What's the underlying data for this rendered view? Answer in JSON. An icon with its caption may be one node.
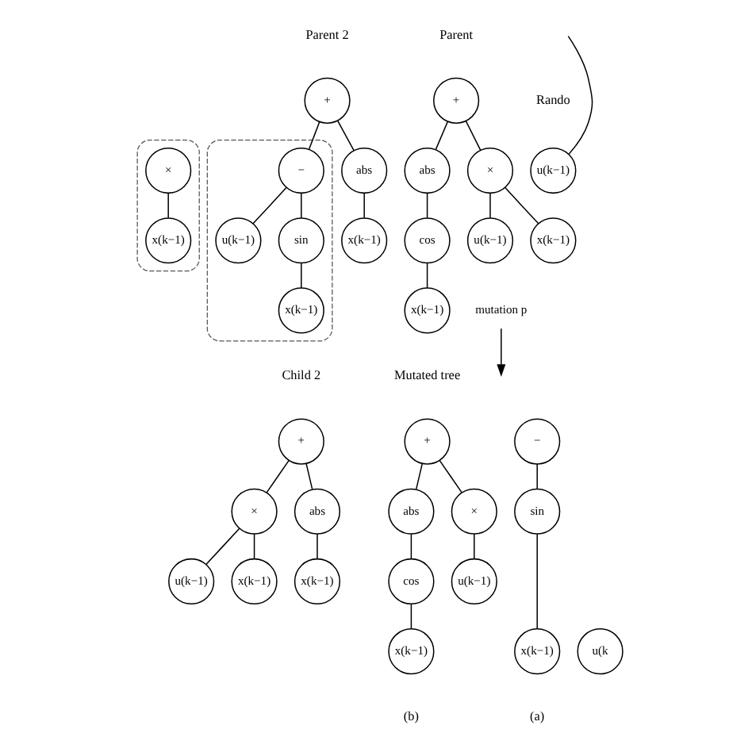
{
  "diagram": {
    "nodes": [
      {
        "text": [],
        "shape": "ellipse"
      },
      {
        "text": [
          "×"
        ],
        "in": 0
      },
      {
        "text": [
          "x(k−1)"
        ],
        "in": 0
      },
      {
        "text": [
          "+"
        ]
      },
      {
        "text": [],
        "shape": "ellipse"
      },
      {
        "text": [
          "−"
        ],
        "in": 4
      },
      {
        "text": [
          "u(k−1)"
        ],
        "in": 4
      },
      {
        "text": [
          "sin"
        ],
        "in": 4
      },
      {
        "text": [
          "x(k−1)"
        ],
        "in": 4
      },
      {
        "text": [
          "abs"
        ]
      },
      {
        "text": [
          "x(k−1)"
        ]
      },
      {
        "text": [
          "+"
        ]
      },
      {
        "text": [
          "abs"
        ]
      },
      {
        "text": [
          "cos"
        ]
      },
      {
        "text": [
          "x(k−1)"
        ]
      },
      {
        "text": [
          "×"
        ]
      },
      {
        "text": [
          "u(k−1)"
        ]
      },
      {
        "text": [
          "x(k−1)"
        ]
      },
      {
        "text": [
          "mutation p"
        ]
      },
      {
        "text": [
          "u(k−1)"
        ]
      },
      {
        "text": [
          "−"
        ]
      },
      {
        "text": [
          "sin"
        ]
      },
      {
        "text": [
          "x(k−1)"
        ]
      },
      {
        "text": [
          "+"
        ]
      },
      {
        "text": [
          "×"
        ]
      },
      {
        "text": [
          "u(k−1)"
        ]
      },
      {
        "text": [
          "x(k−1)"
        ]
      },
      {
        "text": [
          "abs"
        ]
      },
      {
        "text": [
          "x(k−1)"
        ]
      },
      {
        "text": [
          "+"
        ]
      },
      {
        "text": [
          "abs"
        ]
      },
      {
        "text": [
          "cos"
        ]
      },
      {
        "text": [
          "x(k−1)"
        ]
      },
      {
        "text": [
          "×"
        ]
      },
      {
        "text": [
          "u(k−1)"
        ]
      },
      {
        "text": [
          "u(k"
        ]
      }
    ],
    "edges": [
      {
        "from": 1,
        "to": 2,
        "arrow": "none"
      },
      {
        "from": 3,
        "to": 5,
        "arrow": "none"
      },
      {
        "from": 3,
        "to": 9,
        "arrow": "none"
      },
      {
        "from": 5,
        "to": 6,
        "arrow": "none"
      },
      {
        "from": 5,
        "to": 7,
        "arrow": "none"
      },
      {
        "from": 7,
        "to": 8,
        "arrow": "none"
      },
      {
        "from": 9,
        "to": 10,
        "arrow": "none"
      },
      {
        "from": 11,
        "to": 12,
        "arrow": "none"
      },
      {
        "from": 11,
        "to": 15,
        "arrow": "none"
      },
      {
        "from": 12,
        "to": 13,
        "arrow": "none"
      },
      {
        "from": 13,
        "to": 14,
        "arrow": "none"
      },
      {
        "from": 15,
        "to": 16,
        "arrow": "none"
      },
      {
        "from": 15,
        "to": 17,
        "arrow": "none"
      },
      {
        "from": 18,
        "to": null,
        "arrow": "to"
      },
      {
        "from": null,
        "to": 19,
        "arrow": "none"
      },
      {
        "from": 20,
        "to": 21,
        "arrow": "none"
      },
      {
        "from": 21,
        "to": 22,
        "arrow": "none"
      },
      {
        "from": 23,
        "to": 24,
        "arrow": "none"
      },
      {
        "from": 23,
        "to": 27,
        "arrow": "none"
      },
      {
        "from": 24,
        "to": 25,
        "arrow": "none"
      },
      {
        "from": 24,
        "to": 26,
        "arrow": "none"
      },
      {
        "from": 27,
        "to": 28,
        "arrow": "none"
      },
      {
        "from": 29,
        "to": 30,
        "arrow": "none"
      },
      {
        "from": 29,
        "to": 33,
        "arrow": "none"
      },
      {
        "from": 30,
        "to": 31,
        "arrow": "none"
      },
      {
        "from": 31,
        "to": 32,
        "arrow": "none"
      },
      {
        "from": 33,
        "to": 34,
        "arrow": "none"
      }
    ],
    "labels": [
      "Parent 2",
      "Parent",
      "Rando",
      "Child 2",
      "Mutated tree",
      "(a)",
      "(b)"
    ]
  }
}
